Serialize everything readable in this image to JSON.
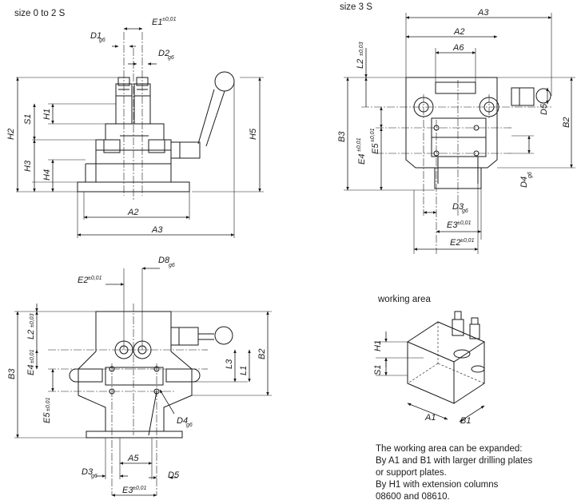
{
  "captions": {
    "size_small": "size 0 to 2 S",
    "size_large": "size  3 S",
    "working_area": "working area"
  },
  "notes": [
    "The working area can be expanded:",
    "By A1 and B1 with larger drilling plates",
    "or support plates.",
    "By H1 with extension columns",
    "08600 and 08610."
  ],
  "labels": {
    "E1": "E1",
    "tol": "±0,01",
    "tol2": "±0,03",
    "g6": "g6",
    "D1": "D1",
    "D2": "D2",
    "D3": "D3",
    "D4": "D4",
    "D5": "D5",
    "D8": "D8",
    "H1": "H1",
    "H2": "H2",
    "H3": "H3",
    "H4": "H4",
    "H5": "H5",
    "S1": "S1",
    "A1": "A1",
    "A2": "A2",
    "A3": "A3",
    "A5": "A5",
    "A6": "A6",
    "B1": "B1",
    "B2": "B2",
    "B3": "B3",
    "E2": "E2",
    "E3": "E3",
    "E4": "E4",
    "E5": "E5",
    "L1": "L1",
    "L2": "L2",
    "L3": "L3"
  }
}
